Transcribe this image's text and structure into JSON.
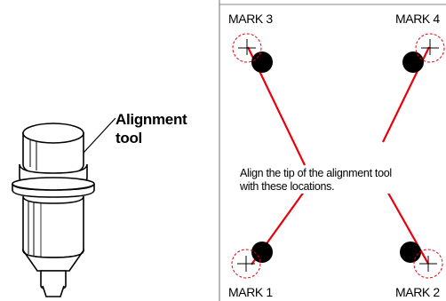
{
  "tool": {
    "label_line1": "Alignment",
    "label_line2": "tool"
  },
  "panel": {
    "instruction_line1": "Align the tip of the alignment tool",
    "instruction_line2": "with these locations.",
    "marks": {
      "mark1": "MARK 1",
      "mark2": "MARK 2",
      "mark3": "MARK 3",
      "mark4": "MARK 4"
    }
  },
  "colors": {
    "line": "#e8000b",
    "target_circle": "#e8000b",
    "dot": "#000000",
    "frame": "#888888"
  }
}
